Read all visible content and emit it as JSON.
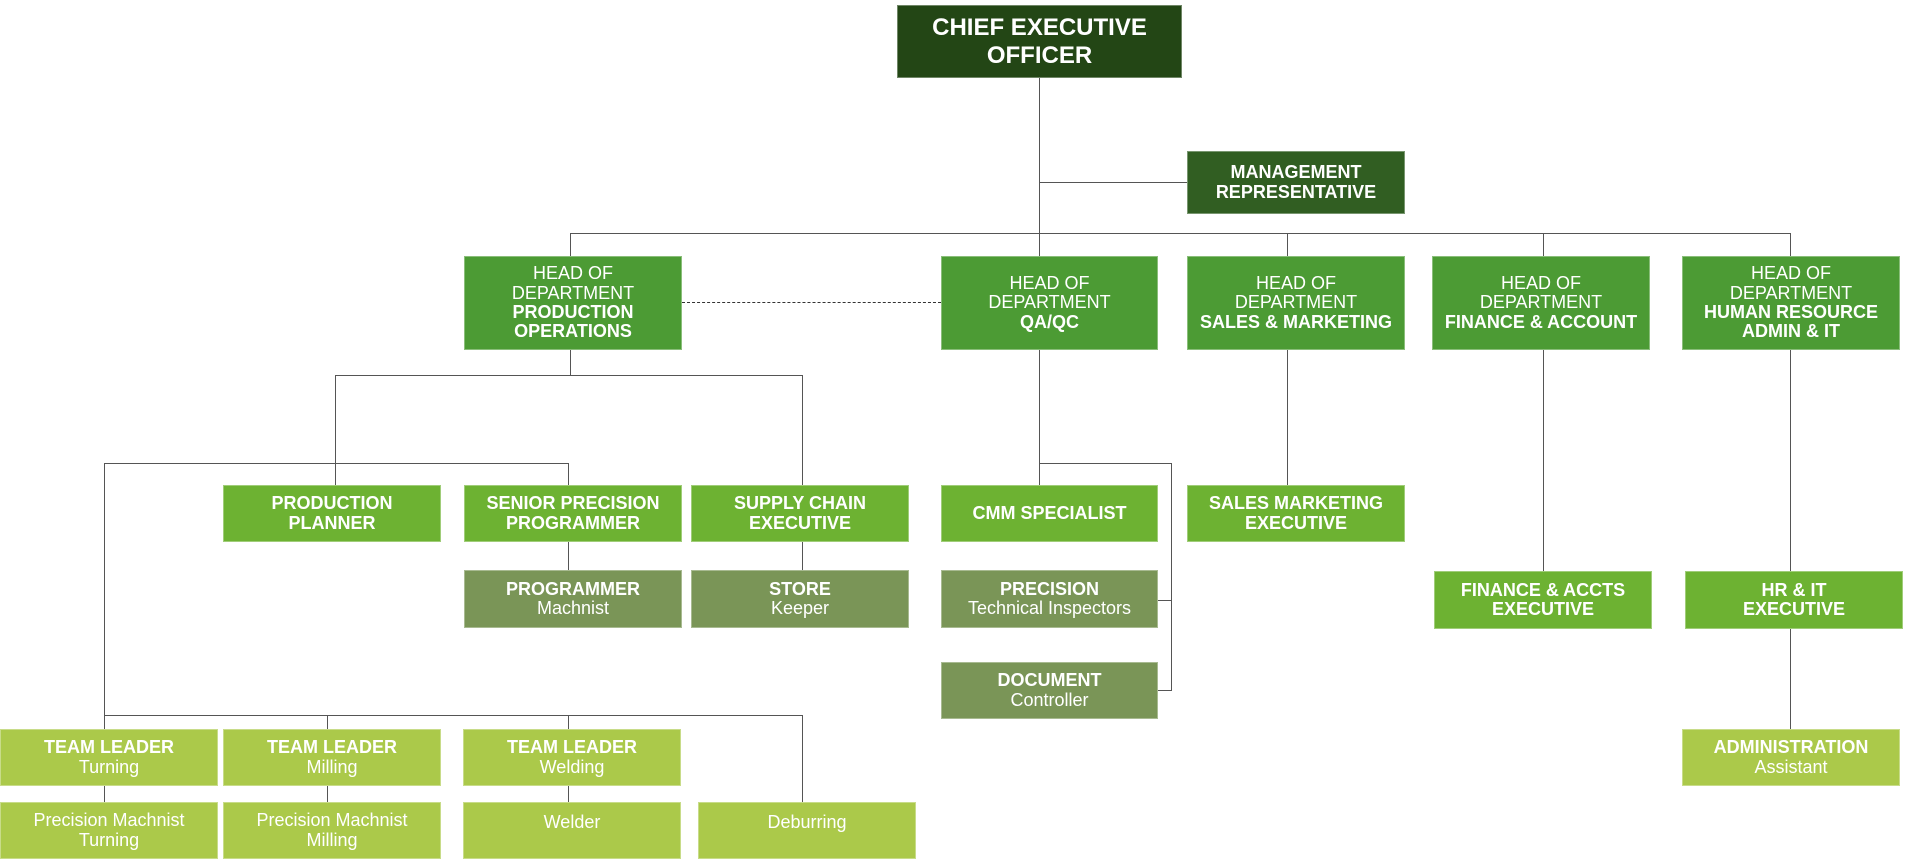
{
  "chart": {
    "ceo": {
      "title": "CHIEF EXECUTIVE OFFICER"
    },
    "mgmt_rep": {
      "line1": "MANAGEMENT",
      "line2": "REPRESENTATIVE"
    },
    "heads": [
      {
        "pre1": "HEAD OF",
        "pre2": "DEPARTMENT",
        "dept1": "PRODUCTION",
        "dept2": "OPERATIONS"
      },
      {
        "pre1": "HEAD OF",
        "pre2": "DEPARTMENT",
        "dept1": "QA/QC",
        "dept2": ""
      },
      {
        "pre1": "HEAD OF",
        "pre2": "DEPARTMENT",
        "dept1": "SALES & MARKETING",
        "dept2": ""
      },
      {
        "pre1": "HEAD OF",
        "pre2": "DEPARTMENT",
        "dept1": "FINANCE & ACCOUNT",
        "dept2": ""
      },
      {
        "pre1": "HEAD OF",
        "pre2": "DEPARTMENT",
        "dept1": "HUMAN RESOURCE",
        "dept2": "ADMIN & IT"
      }
    ],
    "production": {
      "planner": {
        "line1": "PRODUCTION",
        "line2": "PLANNER"
      },
      "senior_programmer": {
        "line1": "SENIOR PRECISION",
        "line2": "PROGRAMMER"
      },
      "supply_chain": {
        "line1": "SUPPLY CHAIN",
        "line2": "EXECUTIVE"
      },
      "programmer": {
        "title": "PROGRAMMER",
        "sub": "Machnist"
      },
      "store": {
        "title": "STORE",
        "sub": "Keeper"
      },
      "team_leaders": [
        {
          "title": "TEAM LEADER",
          "sub": "Turning"
        },
        {
          "title": "TEAM LEADER",
          "sub": "Milling"
        },
        {
          "title": "TEAM LEADER",
          "sub": "Welding"
        }
      ],
      "workers": [
        {
          "line1": "Precision Machnist",
          "line2": "Turning"
        },
        {
          "line1": "Precision Machnist",
          "line2": "Milling"
        },
        {
          "line1": "Welder",
          "line2": ""
        },
        {
          "line1": "Deburring",
          "line2": ""
        }
      ]
    },
    "qaqc": {
      "cmm": {
        "title": "CMM SPECIALIST"
      },
      "precision": {
        "title": "PRECISION",
        "sub": "Technical Inspectors"
      },
      "document": {
        "title": "DOCUMENT",
        "sub": "Controller"
      }
    },
    "sales": {
      "exec": {
        "line1": "SALES MARKETING",
        "line2": "EXECUTIVE"
      }
    },
    "finance": {
      "exec": {
        "line1": "FINANCE & ACCTS",
        "line2": "EXECUTIVE"
      }
    },
    "hr": {
      "exec": {
        "line1": "HR & IT",
        "line2": "EXECUTIVE"
      },
      "admin": {
        "title": "ADMINISTRATION",
        "sub": "Assistant"
      }
    },
    "colors": {
      "ceo": "#234615",
      "management": "#315e22",
      "head_of_department": "#4c9b34",
      "executive": "#6db232",
      "support": "#7a9557",
      "team": "#abc94a",
      "connector": "#555555"
    }
  }
}
